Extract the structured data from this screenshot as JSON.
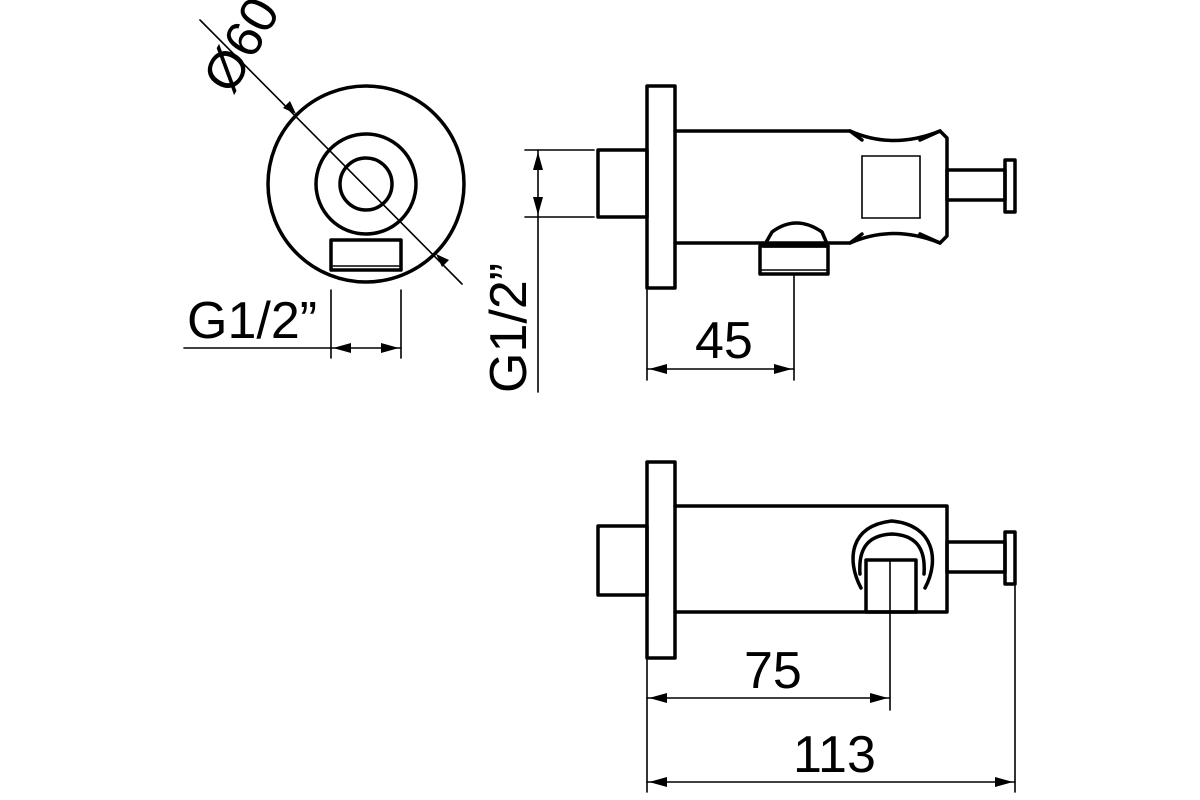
{
  "dimensions": {
    "diameter": "Ø60",
    "thread_left": "G1/2”",
    "thread_vertical": "G1/2”",
    "offset_45": "45",
    "offset_75": "75",
    "length_113": "113"
  }
}
